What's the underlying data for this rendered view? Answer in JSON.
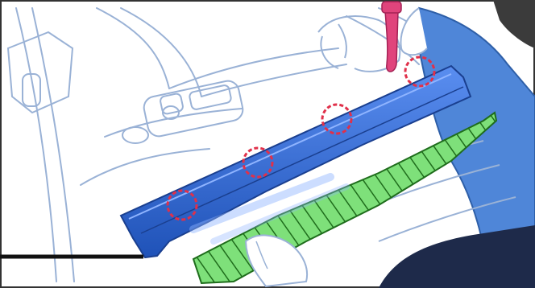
{
  "figure": {
    "kind": "service-manual-illustration",
    "subject": "scuff-plate-removal",
    "colors": {
      "sketch_line": "#9ab2d6",
      "scuff_plate": "#2f6ee0",
      "scuff_plate_dark": "#1f52b8",
      "scuff_plate_light": "#5a8ef0",
      "hatch_fill": "#7ee07a",
      "hatch_line": "#1f6d1c",
      "clip_marker": "#e0304a",
      "tool": "#e0447c",
      "sleeve": "#4f86d8",
      "callout_line": "#111111"
    },
    "clip_markers": [
      "clip-1",
      "clip-2",
      "clip-3",
      "clip-4"
    ],
    "icons": [
      "trim-removal-tool-icon",
      "hand-icon"
    ]
  }
}
